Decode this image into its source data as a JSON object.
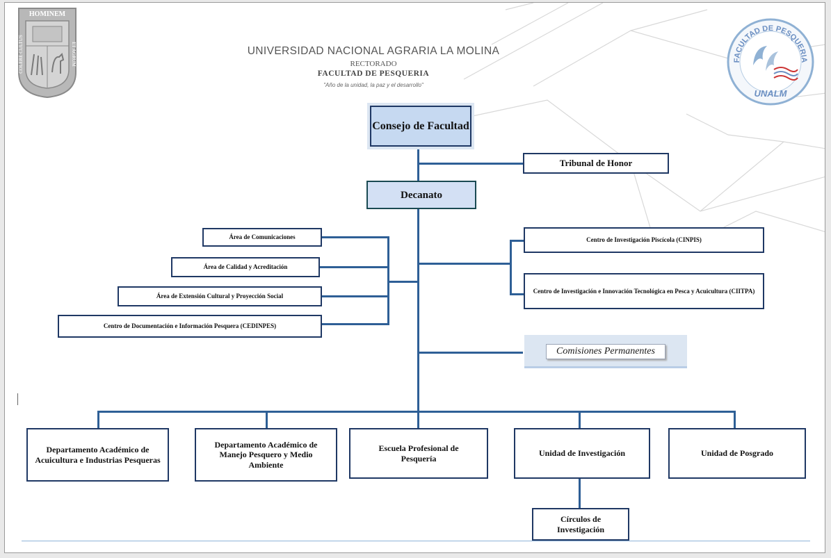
{
  "header": {
    "university": "UNIVERSIDAD NACIONAL AGRARIA LA MOLINA",
    "rectorado": "RECTORADO",
    "faculty": "FACULTAD DE PESQUERIA",
    "motto": "\"Año de la unidad, la paz y el desarrollo\""
  },
  "logos": {
    "left": {
      "icon": "university-seal-icon",
      "text_top": "HOMINEM",
      "text_left": "COLERE CULTUS",
      "text_right": "ET AGRUM"
    },
    "right": {
      "icon": "faculty-seal-icon",
      "text_top": "FACULTAD DE PESQUERIA",
      "text_bottom": "UNALM"
    }
  },
  "org": {
    "consejo": "Consejo de Facultad",
    "tribunal": "Tribunal de Honor",
    "decanato": "Decanato",
    "area_comunicaciones": "Área de Comunicaciones",
    "area_calidad": "Área de Calidad y Acreditación",
    "area_extension": "Área de Extensión Cultural y Proyección Social",
    "cedinpes": "Centro de Documentación e Información Pesquera (CEDINPES)",
    "cinpis": "Centro de Investigación Piscícola (CINPIS)",
    "ciitpa": "Centro de Investigación e Innovación Tecnológica en Pesca y Acuicultura (CIITPA)",
    "comisiones": "Comisiones Permanentes",
    "dep_acuicultura": "Departamento Académico de Acuicultura e Industrias Pesqueras",
    "dep_manejo": "Departamento Académico de Manejo Pesquero y Medio Ambiente",
    "escuela": "Escuela Profesional de Pesquería",
    "unidad_investigacion": "Unidad de Investigación",
    "unidad_posgrado": "Unidad de Posgrado",
    "circulos": "Círculos de Investigación"
  },
  "colors": {
    "box_border": "#1f3864",
    "top_fill": "#c6d9f1",
    "connector": "#2e5f96"
  }
}
